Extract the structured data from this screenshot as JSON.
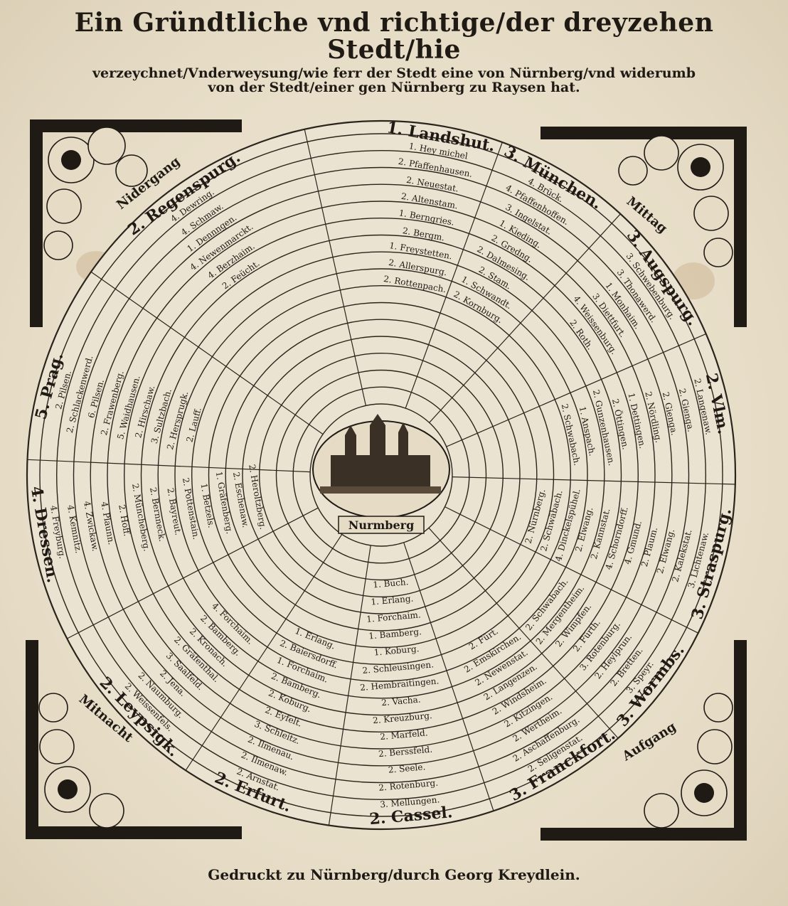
{
  "title": {
    "line1": "Ein Gründtliche vnd richtige/der dreyzehen Stedt/hie",
    "line2": "verzeychnet/Vnderweysung/wie ferr der Stedt eine von Nürnberg/vnd widerumb",
    "line3": "von der Stedt/einer gen Nürnberg zu Raysen hat."
  },
  "imprint": "Gedruckt zu Nürnberg/durch Georg Kreydlein.",
  "center_label": "Nurmberg",
  "winds": {
    "top_left": "Nidergang",
    "top_right": "Mittag",
    "bottom_left": "Mitnacht",
    "bottom_right": "Aufgang"
  },
  "cities": [
    {
      "name": "1. Landshut.",
      "angle": -80,
      "stations": [
        "1. Hey michel",
        "2. Pfaffenhausen.",
        "2. Neuestat.",
        "2. Altenstam.",
        "1. Berngries.",
        "2. Bergm.",
        "1. Freystetten.",
        "2. Allerspurg.",
        "2. Rottenpach."
      ]
    },
    {
      "name": "3. München.",
      "angle": -60,
      "stations": [
        "4. Brück.",
        "4. Pfaffenhoffen.",
        "3. Ingelstat.",
        "1. Kieding.",
        "2. Gredng.",
        "2. Dalmesing.",
        "2. Stam.",
        "1. Schwandt.",
        "2. Kornburg."
      ]
    },
    {
      "name": "3. Augspurg.",
      "angle": -35,
      "stations": [
        "3. Schwebenburg.",
        "3. Thonawerd.",
        "1. Monhaim.",
        "3. Diettfurt.",
        "4. Weissenburg.",
        "2. Roth."
      ]
    },
    {
      "name": "2. Vlm.",
      "angle": -12,
      "stations": [
        "2. Langenaw.",
        "2. Gienga.",
        "2. Gienga.",
        "2. Nördling.",
        "1. Dettingen.",
        "2. Öttingen.",
        "2. Gunzenhausen.",
        "1. Anspach.",
        "2. Schwabach."
      ]
    },
    {
      "name": "3. Straspurg.",
      "angle": 15,
      "stations": [
        "3. Lichtenaw.",
        "2. Kalekstat.",
        "2. Elwang.",
        "2. Plaum.",
        "4. Gmund.",
        "4. Schorndorff.",
        "2. Kannstat.",
        "2. Elwang.",
        "4. Dinckelspühel.",
        "2. Schwäbach.",
        "2. Nürnberg."
      ]
    },
    {
      "name": "3. Wormbs.",
      "angle": 38,
      "stations": [
        "3. Speyr.",
        "2. Bretten.",
        "2. Heylprun.",
        "3. Rotenburg.",
        "2. Fürth.",
        "2. Wimpfen.",
        "2. Mergentheim.",
        "2. Schwabach."
      ]
    },
    {
      "name": "3. Franckfort.",
      "angle": 58,
      "stations": [
        "2. Seligenstat.",
        "2. Aschaffenburg.",
        "2. Wertheim.",
        "2. Kitzingen.",
        "2. Windsheim.",
        "2. Langenzen.",
        "2. Newenstat.",
        "2. Emskirchen.",
        "2. Fürt."
      ]
    },
    {
      "name": "2. Cassel.",
      "angle": 85,
      "stations": [
        "3. Mellungen.",
        "2. Rotenburg.",
        "2. Seele.",
        "2. Berssfeld.",
        "2. Marfeld.",
        "2. Kreuzburg.",
        "2. Vacha.",
        "2. Hembraitingen.",
        "2. Schleusingen.",
        "1. Koburg.",
        "1. Bamberg.",
        "1. Forchaim.",
        "1. Erlang.",
        "1. Buch."
      ]
    },
    {
      "name": "2. Erfurt.",
      "angle": 112,
      "stations": [
        "2. Arnstat.",
        "2. Ilmenaw.",
        "2. Ilmenau.",
        "3. Schleitz.",
        "2. Eyfelt.",
        "2. Koburg.",
        "2. Bamberg.",
        "1. Forchaim.",
        "2. Baiersdorff.",
        "1. Erlang."
      ]
    },
    {
      "name": "2. Leypsigk.",
      "angle": 135,
      "stations": [
        "2. Weissenfels.",
        "2. Naumburg.",
        "2. Jena.",
        "3. Saalfeld.",
        "2. Gräfenthal.",
        "2. Kronach.",
        "2. Bamberg.",
        "4. Forchaim."
      ]
    },
    {
      "name": "4. Dressen.",
      "angle": 170,
      "stations": [
        "4. Freyburg.",
        "4. Kemnitz.",
        "4. Zwickaw.",
        "4. Plaunn.",
        "2. Hoff.",
        "2. Müncheberg.",
        "2. Bernneck.",
        "2. Bayreut.",
        "2. Pottenstain.",
        "1. Betzels.",
        "1. Gräfenberg.",
        "2. Eschenaw.",
        "2. Heroltzberg."
      ]
    },
    {
      "name": "5. Prag.",
      "angle": -165,
      "stations": [
        "2. Pilsen.",
        "2. Schlackenwerd.",
        "6. Pilsen.",
        "2. Frawenberg.",
        "5. Waidhausen.",
        "2. Hirschaw.",
        "3. Sultzbach.",
        "2. Hersprugk.",
        "2. Lauff."
      ]
    },
    {
      "name": "2. Regenspurg.",
      "angle": -125,
      "stations": [
        "4. Dewring.",
        "4. Schmaw.",
        "1. Dennngen.",
        "4. Newenmarckt.",
        "4. Berzhaim.",
        "2. Feücht."
      ]
    }
  ]
}
